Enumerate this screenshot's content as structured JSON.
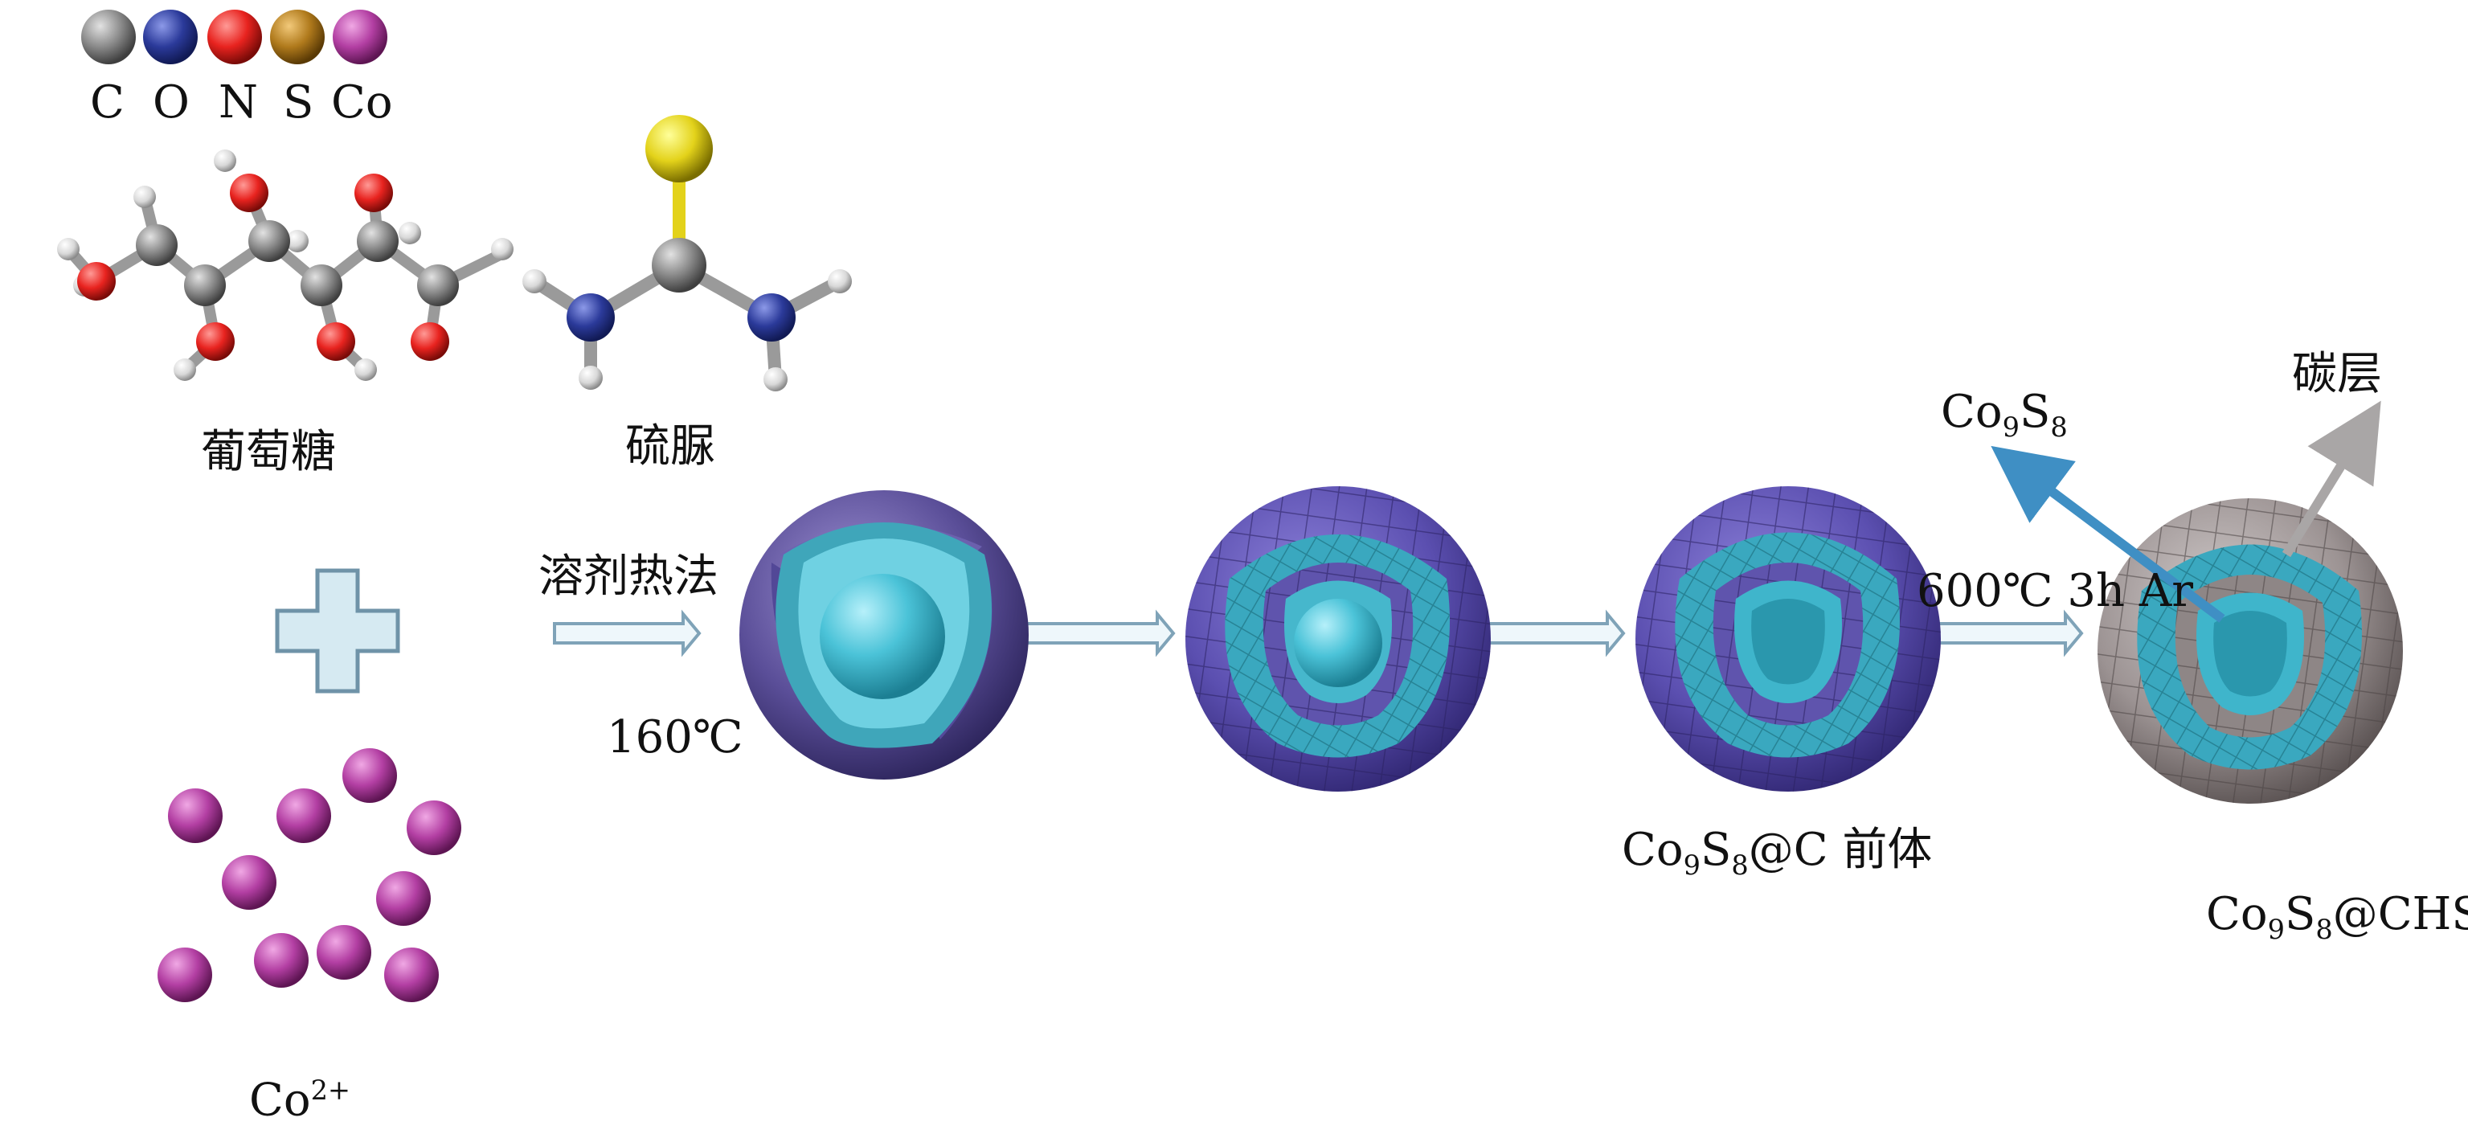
{
  "legend": {
    "atoms": [
      {
        "symbol": "C",
        "color": "#7b7b7b"
      },
      {
        "symbol": "O",
        "color": "#2b3a9a"
      },
      {
        "symbol": "N",
        "color": "#e8231f"
      },
      {
        "symbol": "S",
        "color": "#b07a1c"
      },
      {
        "symbol": "Co",
        "color": "#b33fa3"
      }
    ]
  },
  "molecules": {
    "glucose_label": "葡萄糖",
    "thiourea_label": "硫脲"
  },
  "ions": {
    "label_base": "Co",
    "label_sup": "2+"
  },
  "steps": {
    "step1_top": "溶剂热法",
    "step1_bottom": "160℃",
    "step3_condition": "600℃ 3h Ar"
  },
  "products": {
    "precursor": {
      "p1": "Co",
      "s1": "9",
      "p2": "S",
      "s2": "8",
      "p3": "@C 前体"
    },
    "final": {
      "p1": "Co",
      "s1": "9",
      "p2": "S",
      "s2": "8",
      "p3": "@CHS"
    },
    "pointer_core": {
      "p1": "Co",
      "s1": "9",
      "p2": "S",
      "s2": "8"
    },
    "pointer_shell": "碳层"
  },
  "colors": {
    "cyan": "#4bc3d8",
    "purple_shell": "#6b5fb0",
    "gray_shell": "#9c9393",
    "cobalt_ion": "#b33fa3",
    "arrow_blue": "#3f8fc4",
    "arrow_gray": "#a9a6a6"
  }
}
